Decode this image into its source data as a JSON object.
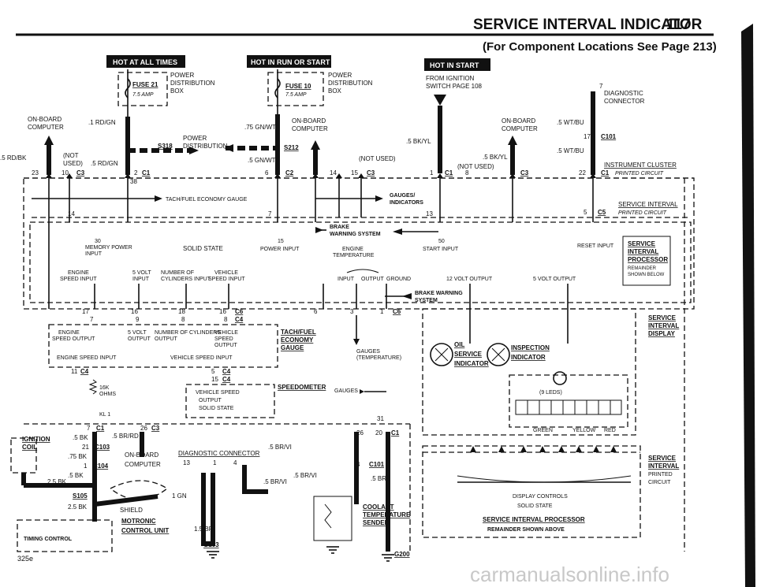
{
  "header": {
    "title": "SERVICE INTERVAL INDICATOR",
    "page_number": "117",
    "subtitle": "(For Component Locations See Page 213)"
  },
  "badges": {
    "hot_all_times": "HOT AT ALL TIMES",
    "hot_run_start": "HOT IN RUN OR START",
    "hot_start": "HOT IN START"
  },
  "fuse_left": {
    "name": "FUSE 21",
    "rating": "7.5 AMP",
    "label1": "POWER",
    "label2": "DISTRIBUTION",
    "label3": "BOX"
  },
  "fuse_mid": {
    "name": "FUSE 10",
    "rating": "7.5 AMP",
    "label1": "POWER",
    "label2": "DISTRIBUTION",
    "label3": "BOX"
  },
  "ignition_feed": {
    "line1": "FROM IGNITION",
    "line2": "SWITCH PAGE 108"
  },
  "onboard_left": {
    "line1": "ON-BOARD",
    "line2": "COMPUTER"
  },
  "onboard_mid": {
    "line1": "ON-BOARD",
    "line2": "COMPUTER"
  },
  "onboard_right": {
    "line1": "ON-BOARD",
    "line2": "COMPUTER"
  },
  "power_dist": {
    "line1": "POWER",
    "line2": "DISTRIBUTION"
  },
  "wires": {
    "rdgn_1": ".1 RD/GN",
    "gnwt_75": ".75 GN/WT",
    "rdbk_5": ".5 RD/BK",
    "rdgn_5": ".5 RD/GN",
    "gnwt_5": ".5 GN/WT",
    "bkyl_5": ".5 BK/YL",
    "bkyl_5b": ".5 BK/YL",
    "wtbu_5": ".5 WT/BU",
    "wtbu_5b": ".5 WT/BU",
    "bk_5": ".5 BK",
    "brrd_5": ".5 BR/RD",
    "bk_75": ".75 BK",
    "bk_25": "2.5 BK",
    "bk_25b": "2.5 BK",
    "bk_5b": ".5 BK",
    "brvi_5": ".5 BR/VI",
    "brvi_5b": ".5 BR/VI",
    "brvi_5c": ".5 BR/VI",
    "br_5": ".5 BR",
    "br_15": "1.5 BR",
    "gn_1": "1 GN"
  },
  "notes": {
    "not_used_l1": "(NOT",
    "not_used_l2": "USED)",
    "not_used_mid": "(NOT USED)",
    "not_used_right": "(NOT USED)"
  },
  "splices": {
    "s318": "S318",
    "s212": "S212",
    "s105": "S105"
  },
  "connectors": {
    "c1": "C1",
    "c2": "C2",
    "c3": "C3",
    "c101": "C101",
    "c101b": "C101",
    "c103": "C103",
    "c104": "C104",
    "c5": "C5",
    "c4": "C4",
    "c6": "C6",
    "g103": "G103",
    "g200": "G200"
  },
  "pins": {
    "p23": "23",
    "p10": "10",
    "p2": "2",
    "p38": "38",
    "p6": "6",
    "p14": "14",
    "p15": "15",
    "p1": "1",
    "p8": "8",
    "p22": "22",
    "p17": "17",
    "p5": "5",
    "p7": "7",
    "p13": "13",
    "p30": "30",
    "p50": "50",
    "p16": "16",
    "p18": "18",
    "p9": "9",
    "p3": "3",
    "p11": "11",
    "p26": "26",
    "p21": "21",
    "p20": "20",
    "p4": "4",
    "p31": "31"
  },
  "labels": {
    "diag_conn": "DIAGNOSTIC",
    "diag_conn2": "CONNECTOR",
    "instr_cluster": "INSTRUMENT CLUSTER",
    "printed_circuit": "PRINTED CIRCUIT",
    "tach_fuel": "TACH/FUEL ECONOMY GAUGE",
    "gauges_ind1": "GAUGES/",
    "gauges_ind2": "INDICATORS",
    "service_interval": "SERVICE INTERVAL",
    "printed_circuit2": "PRINTED CIRCUIT",
    "brake1": "BRAKE",
    "brake2": "WARNING SYSTEM"
  },
  "module": {
    "memory_power": "MEMORY POWER",
    "input": "INPUT",
    "solid_state": "SOLID STATE",
    "power_input": "POWER INPUT",
    "engine_temp1": "ENGINE",
    "engine_temp2": "TEMPERATURE",
    "start_input": "START INPUT",
    "reset_input": "RESET INPUT",
    "engine_speed1": "ENGINE",
    "engine_speed2": "SPEED INPUT",
    "five_volt1": "5 VOLT",
    "five_volt2": "INPUT",
    "num_cyl1": "NUMBER OF",
    "num_cyl2": "CYLINDERS INPUT",
    "vehicle1": "VEHICLE",
    "vehicle2": "SPEED INPUT",
    "output": "OUTPUT",
    "ground": "GROUND",
    "twelve_out": "12 VOLT OUTPUT",
    "five_out": "5 VOLT OUTPUT",
    "svc_proc1": "SERVICE",
    "svc_proc2": "INTERVAL",
    "svc_proc3": "PROCESSOR",
    "svc_proc4": "REMAINDER",
    "svc_proc5": "SHOWN BELOW"
  },
  "brake_warn": {
    "line1": "BRAKE WARNING",
    "line2": "SYSTEM"
  },
  "tach_box": {
    "a": "ENGINE",
    "b": "SPEED OUTPUT",
    "c": "5 VOLT",
    "d": "OUTPUT",
    "e": "NUMBER OF CYLINDERS",
    "f": "OUTPUT",
    "g": "VEHICLE",
    "h": "SPEED",
    "i": "OUTPUT",
    "j": "ENGINE SPEED INPUT",
    "k": "VEHICLE SPEED INPUT",
    "title1": "TACH/FUEL",
    "title2": "ECONOMY",
    "title3": "GAUGE"
  },
  "gauges_temp": {
    "line1": "GAUGES",
    "line2": "(TEMPERATURE)"
  },
  "gauges_b": "GAUGES",
  "speedo": {
    "title": "SPEEDOMETER",
    "a": "VEHICLE SPEED",
    "b": "OUTPUT",
    "c": "SOLID STATE"
  },
  "resistor": {
    "a": "16K",
    "b": "OHMS"
  },
  "kl1": "KL 1",
  "ignition_coil": {
    "a": "IGNITION",
    "b": "COIL"
  },
  "onboard_bottom": {
    "a": "ON-BOARD",
    "b": "COMPUTER"
  },
  "diag_bottom": "DIAGNOSTIC CONNECTOR",
  "shield": "SHIELD",
  "motronic": {
    "a": "MOTRONIC",
    "b": "CONTROL UNIT",
    "timing": "TIMING CONTROL"
  },
  "coolant": {
    "a": "COOLANT",
    "b": "TEMPERATURE",
    "c": "SENDER"
  },
  "service_display": {
    "a": "SERVICE",
    "b": "INTERVAL",
    "c": "DISPLAY"
  },
  "oil_service": {
    "a": "OIL",
    "b": "SERVICE",
    "c": "INDICATOR"
  },
  "inspection": {
    "a": "INSPECTION",
    "b": "INDICATOR"
  },
  "leds": "(9 LEDS)",
  "colors": {
    "green": "GREEN",
    "yellow": "YELLOW",
    "red": "RED"
  },
  "svc_printed": {
    "a": "SERVICE",
    "b": "INTERVAL",
    "c": "PRINTED",
    "d": "CIRCUIT"
  },
  "display_ctrl": {
    "a": "DISPLAY CONTROLS",
    "b": "SOLID STATE"
  },
  "svc_proc_bottom": {
    "a": "SERVICE INTERVAL PROCESSOR",
    "b": "REMAINDER SHOWN ABOVE"
  },
  "model": "325e",
  "watermark": "carmanualsonline.info"
}
